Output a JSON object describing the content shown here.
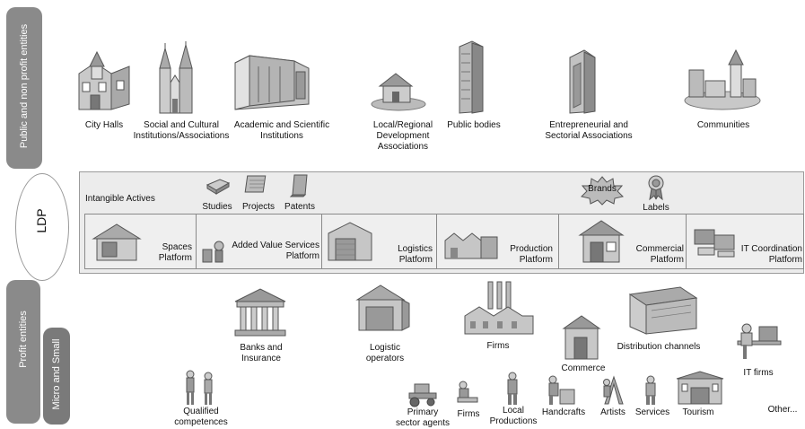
{
  "side_labels": {
    "public": "Public and non profit entities",
    "ldp": "LDP",
    "profit": "Profit entities",
    "micro": "Micro and Small"
  },
  "public_entities": [
    {
      "label": "City Halls",
      "icon": "city-hall-icon"
    },
    {
      "label": "Social and Cultural\nInstitutions/Associations",
      "icon": "church-icon"
    },
    {
      "label": "Academic and Scientific\nInstitutions",
      "icon": "academic-building-icon"
    },
    {
      "label": "Local/Regional\nDevelopment\nAssociations",
      "icon": "house-icon"
    },
    {
      "label": "Public bodies",
      "icon": "tower-icon"
    },
    {
      "label": "Entrepreneurial and\nSectorial Associations",
      "icon": "office-tower-icon"
    },
    {
      "label": "Communities",
      "icon": "community-icon"
    }
  ],
  "intangible": {
    "title": "Intangible Actives",
    "items": [
      {
        "label": "Studies",
        "icon": "studies-icon"
      },
      {
        "label": "Projects",
        "icon": "projects-icon"
      },
      {
        "label": "Patents",
        "icon": "patents-icon"
      },
      {
        "label": "Brands",
        "icon": "brands-badge-icon"
      },
      {
        "label": "Labels",
        "icon": "labels-rosette-icon"
      }
    ]
  },
  "platforms": [
    {
      "label": "Spaces\nPlatform",
      "icon": "shed-icon"
    },
    {
      "label": "Added Value Services\nPlatform",
      "icon": "services-icon"
    },
    {
      "label": "Logistics\nPlatform",
      "icon": "warehouse-icon"
    },
    {
      "label": "Production\nPlatform",
      "icon": "factory-icon"
    },
    {
      "label": "Commercial\nPlatform",
      "icon": "store-icon"
    },
    {
      "label": "IT Coordination\nPlatform",
      "icon": "computers-icon"
    }
  ],
  "profit_entities": [
    {
      "label": "Banks and\nInsurance",
      "icon": "bank-icon"
    },
    {
      "label": "Logistic\noperators",
      "icon": "garage-icon"
    },
    {
      "label": "Firms",
      "icon": "industry-icon"
    },
    {
      "label": "Distribution channels",
      "icon": "distribution-icon"
    },
    {
      "label": "Commerce",
      "icon": "commerce-icon"
    },
    {
      "label": "IT firms",
      "icon": "it-worker-icon"
    }
  ],
  "micro_entities": [
    {
      "label": "Qualified\ncompetences",
      "icon": "workers-icon"
    },
    {
      "label": "Primary\nsector agents",
      "icon": "tractor-icon"
    },
    {
      "label": "Firms",
      "icon": "worker-icon"
    },
    {
      "label": "Local\nProductions",
      "icon": "producer-icon"
    },
    {
      "label": "Handcrafts",
      "icon": "craftsman-icon"
    },
    {
      "label": "Artists",
      "icon": "artist-icon"
    },
    {
      "label": "Services",
      "icon": "service-person-icon"
    },
    {
      "label": "Tourism",
      "icon": "tourism-building-icon"
    },
    {
      "label": "Other...",
      "icon": ""
    }
  ]
}
